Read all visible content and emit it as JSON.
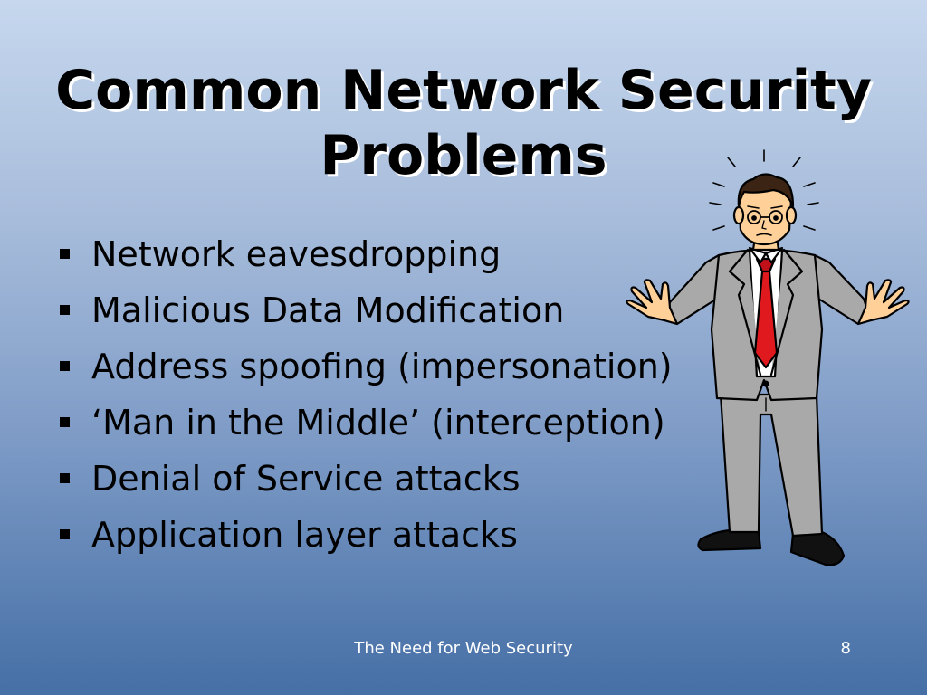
{
  "slide": {
    "title_lines": [
      "Common Network Security",
      "Problems"
    ],
    "bullets": [
      "Network eavesdropping",
      "Malicious Data Modification",
      "Address spoofing (impersonation)",
      "‘Man in the Middle’ (interception)",
      "Denial of Service attacks",
      "Application layer attacks"
    ],
    "footer": {
      "title": "The Need for Web Security",
      "page": "8"
    }
  },
  "colors": {
    "background_top": "#c6d7ee",
    "background_bottom": "#456fa6",
    "title_shadow": "#ffffff",
    "suit": "#a9a9a9",
    "tie": "#e0191f",
    "skin": "#ffd199"
  },
  "icons": {
    "bullet": "square-bullet-icon",
    "figure": "confused-businessman-illustration"
  }
}
